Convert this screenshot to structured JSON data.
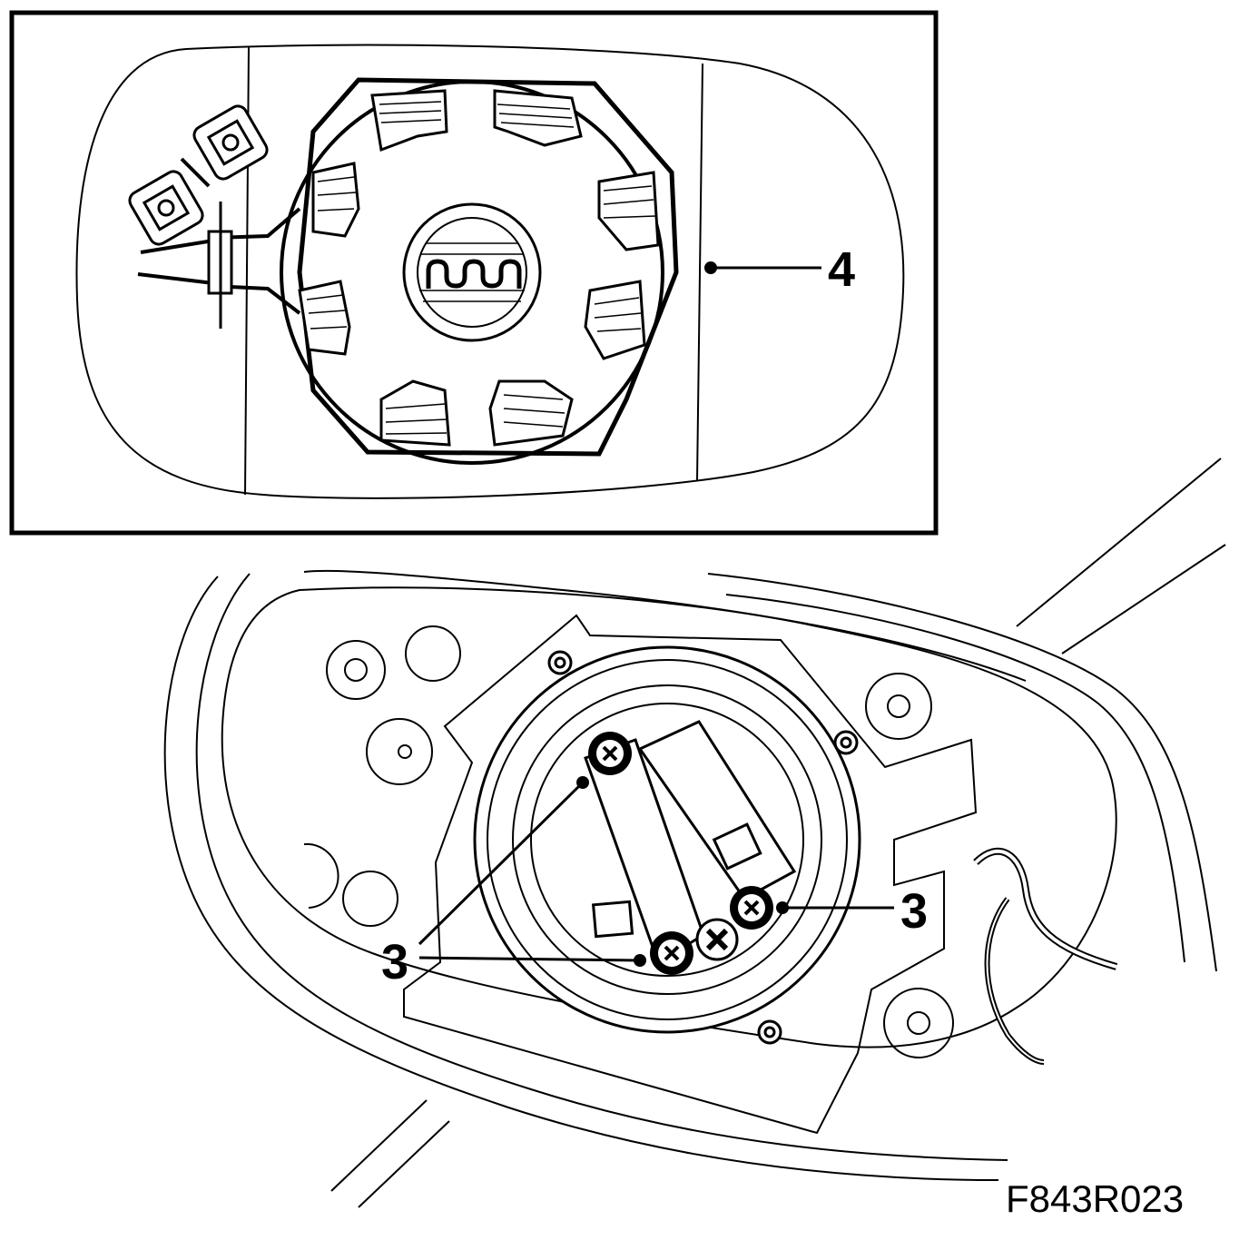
{
  "callouts": {
    "mirror_glass_heater": "4",
    "motor_screws_left": "3",
    "motor_screw_right": "3"
  },
  "figure_code": "F843R023",
  "ink_color": "#000000",
  "background_color": "#ffffff"
}
